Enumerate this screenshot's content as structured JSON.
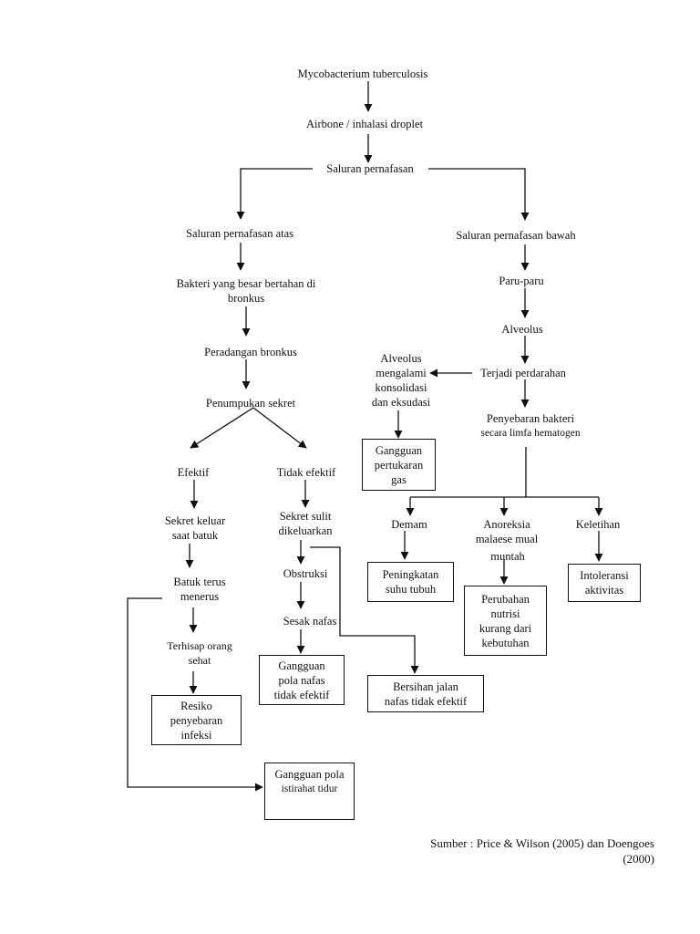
{
  "nodes": {
    "mycobacterium": "Mycobacterium tuberculosis",
    "airbone": "Airbone / inhalasi droplet",
    "saluran": "Saluran pernafasan",
    "atas": "Saluran pernafasan atas",
    "bawah": "Saluran pernafasan bawah",
    "bakteri_l1": "Bakteri yang besar bertahan di",
    "bakteri_l2": "bronkus",
    "paru": "Paru-paru",
    "alveolus": "Alveolus",
    "peradangan": "Peradangan  bronkus",
    "alv_konsol": [
      "Alveolus",
      "mengalami",
      "konsolidasi",
      "dan eksudasi"
    ],
    "terjadi": "Terjadi perdarahan",
    "penumpukan": "Penumpukan sekret",
    "penyebaran_l1": "Penyebaran bakteri",
    "penyebaran_l2": "secara limfa hematogen",
    "efektif": "Efektif",
    "tidak_efektif": "Tidak efektif",
    "sekret_keluar": [
      "Sekret keluar",
      "saat batuk"
    ],
    "sekret_sulit": [
      "Sekret sulit",
      "dikeluarkan"
    ],
    "demam": "Demam",
    "anoreksia": [
      "Anoreksia",
      "malaese mual"
    ],
    "muntah": "muntah",
    "keletihan": "Keletihan",
    "batuk": [
      "Batuk terus",
      "menerus"
    ],
    "obstruksi": "Obstruksi",
    "sesak": "Sesak nafas",
    "terhisap": [
      "Terhisap orang",
      "sehat"
    ]
  },
  "boxes": {
    "gg_pertukaran": [
      "Gangguan",
      "pertukaran",
      "gas"
    ],
    "peningkatan": [
      "Peningkatan",
      "suhu tubuh"
    ],
    "intoleransi": [
      "Intoleransi",
      "aktivitas"
    ],
    "perubahan": [
      "Perubahan",
      "nutrisi",
      "kurang dari",
      "kebutuhan"
    ],
    "gg_pola_nafas": [
      "Gangguan",
      "pola nafas",
      "tidak efektif"
    ],
    "bersihan": [
      "Bersihan jalan",
      "nafas tidak efektif"
    ],
    "resiko": [
      "Resiko",
      "penyebaran",
      "infeksi"
    ],
    "gg_istirahat": [
      "Gangguan pola",
      "istirahat tidur"
    ]
  },
  "source": {
    "line1": "Sumber : Price & Wilson (2005) dan Doengoes",
    "line2": "(2000)"
  }
}
